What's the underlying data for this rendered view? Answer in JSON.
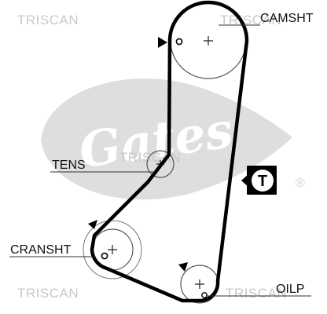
{
  "watermark": {
    "text": "TRISCAN"
  },
  "background_logo": {
    "text": "Gates",
    "registered_mark": "®",
    "color": "#dedede"
  },
  "labels": {
    "camshaft": "CAMSHT",
    "tensioner": "TENS",
    "crankshaft": "CRANSHT",
    "oil_pump": "OILP"
  },
  "tensioner_badge": {
    "letter": "T"
  },
  "colors": {
    "belt": "#000000",
    "pulley_outline": "#555555",
    "watermark": "#c8c8c8",
    "logo": "#dedede"
  },
  "icons": [
    "direction-arrow-icon",
    "tensioner-badge-icon",
    "timing-mark-icon"
  ]
}
